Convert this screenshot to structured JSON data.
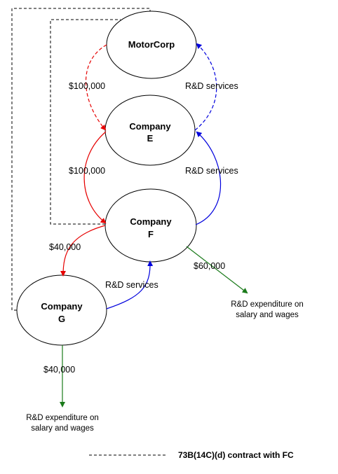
{
  "colors": {
    "payment": "#e60000",
    "services": "#0000dd",
    "expenditure": "#1a7a1a",
    "contract": "#000000"
  },
  "nodes": {
    "motorcorp": {
      "line1": "MotorCorp",
      "line2": ""
    },
    "company_e": {
      "line1": "Company",
      "line2": "E"
    },
    "company_f": {
      "line1": "Company",
      "line2": "F"
    },
    "company_g": {
      "line1": "Company",
      "line2": "G"
    }
  },
  "edges": {
    "motorcorp_to_e_payment": "$100,000",
    "e_to_motorcorp_services": "R&D services",
    "e_to_f_payment": "$100,000",
    "f_to_e_services": "R&D services",
    "f_to_g_payment": "$40,000",
    "g_to_f_services": "R&D services",
    "f_expenditure_amount": "$60,000",
    "g_expenditure_amount": "$40,000"
  },
  "notes": {
    "f_expenditure": {
      "line1": "R&D expenditure on",
      "line2": "salary and wages"
    },
    "g_expenditure": {
      "line1": "R&D expenditure on",
      "line2": "salary and wages"
    }
  },
  "legend": {
    "label": "73B(14C)(d) contract with FC"
  }
}
